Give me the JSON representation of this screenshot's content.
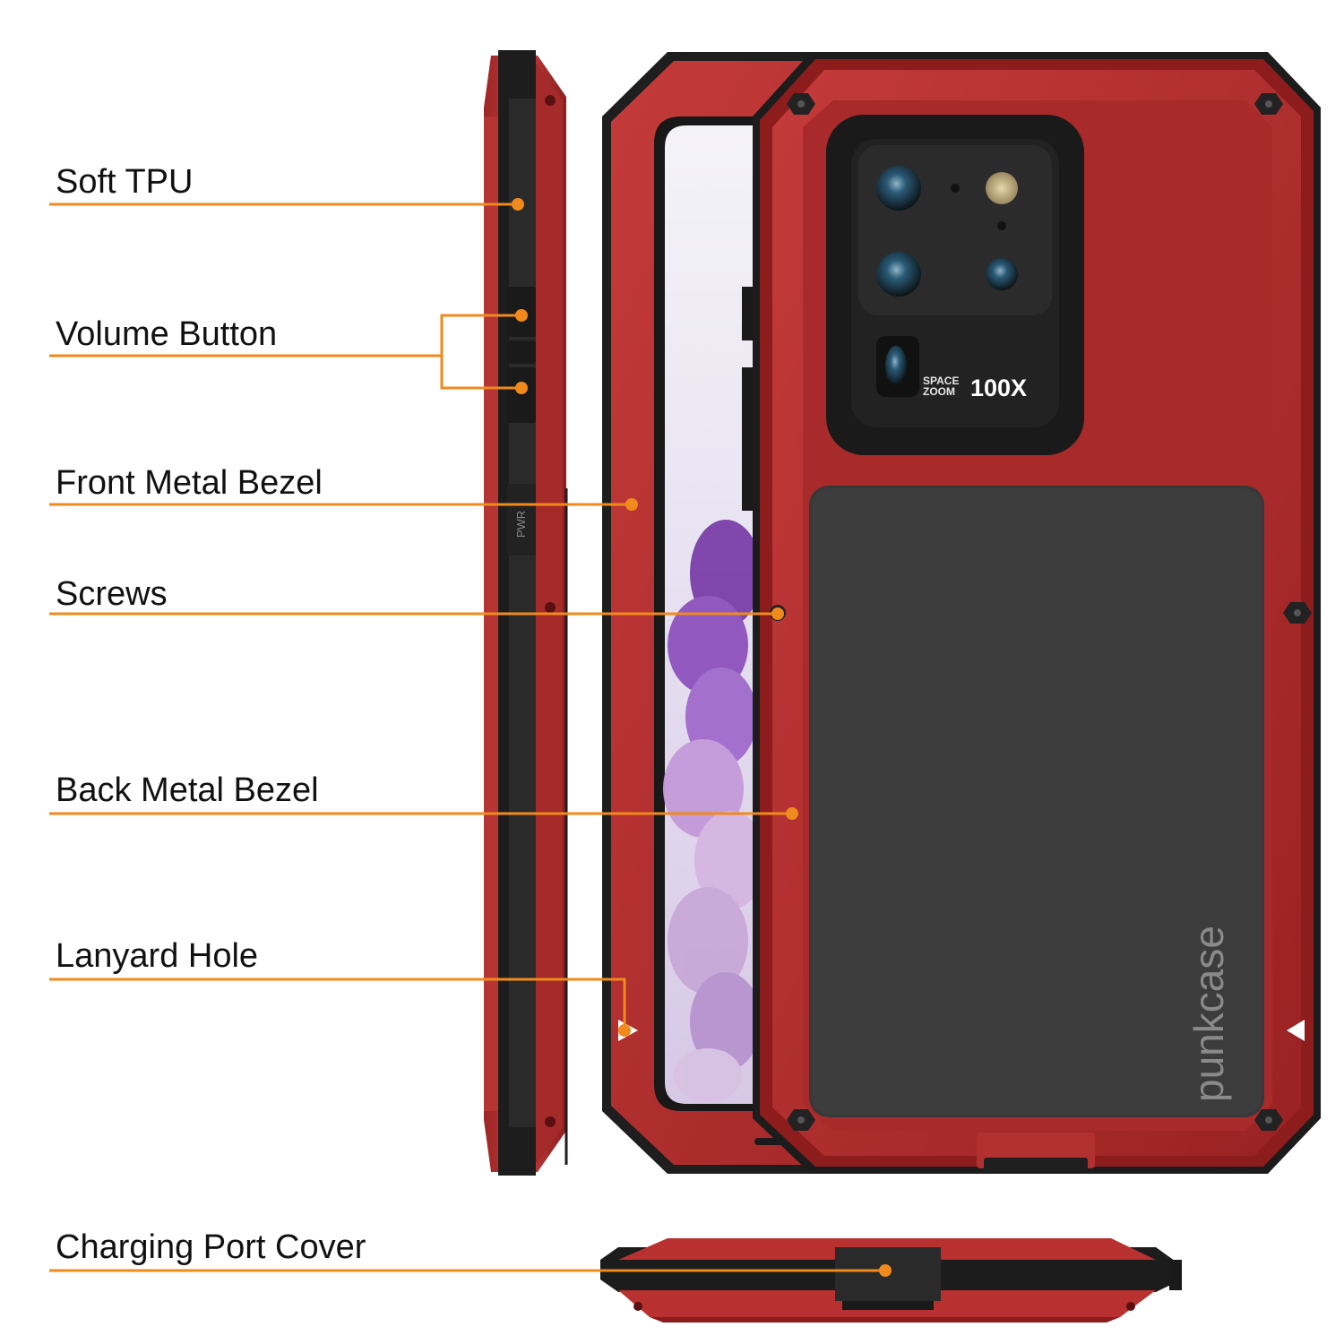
{
  "colors": {
    "accent": "#f08a1c",
    "case_red": "#b83030",
    "case_dark_red": "#7a1818",
    "black": "#202020",
    "background": "#ffffff"
  },
  "callouts": [
    {
      "label": "Soft TPU"
    },
    {
      "label": "Volume Button"
    },
    {
      "label": "Front Metal Bezel"
    },
    {
      "label": "Screws"
    },
    {
      "label": "Back Metal Bezel"
    },
    {
      "label": "Lanyard Hole"
    },
    {
      "label": "Charging Port Cover"
    }
  ],
  "product": {
    "camera_text_top": "SPACE",
    "camera_text_bottom": "ZOOM",
    "zoom_value": "100X",
    "brand": "punkcase",
    "side_button_text": "PWR"
  }
}
